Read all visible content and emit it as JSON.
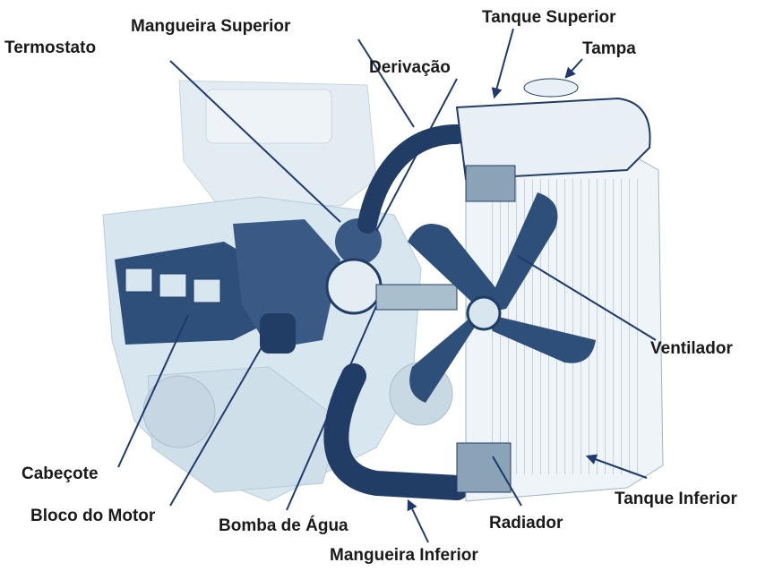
{
  "labels": {
    "termostato": "Termostato",
    "mangueira_superior": "Mangueira Superior",
    "tanque_superior": "Tanque Superior",
    "tampa": "Tampa",
    "derivacao": "Derivação",
    "ventilador": "Ventilador",
    "cabecote": "Cabeçote",
    "bloco_do_motor": "Bloco do Motor",
    "bomba_de_agua": "Bomba de Água",
    "radiador": "Radiador",
    "tanque_inferior": "Tanque Inferior",
    "mangueira_inferior": "Mangueira Inferior"
  },
  "colors": {
    "label_text": "#1a1a1a",
    "pointer_line": "#1f3a6e",
    "engine_tint": "#d8e6f0",
    "engine_detail": "#213d66",
    "radiator_fill": "#eef4f8"
  }
}
